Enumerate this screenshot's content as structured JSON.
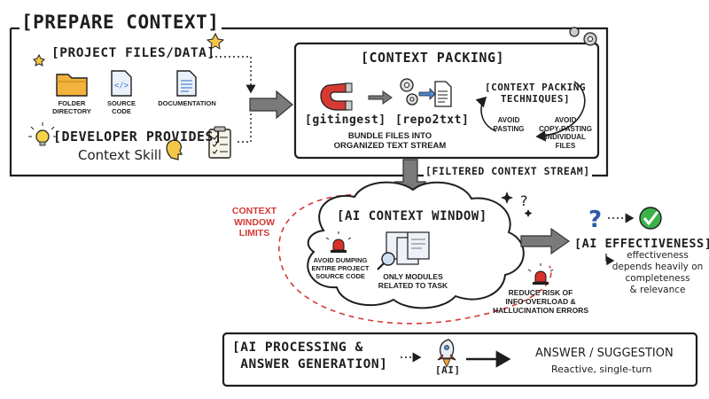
{
  "prepare": {
    "title": "PREPARE CONTEXT",
    "project_title": "PROJECT FILES/DATA",
    "files": [
      {
        "icon": "folder-icon",
        "line1": "FOLDER",
        "line2": "DIRECTORY"
      },
      {
        "icon": "code-file-icon",
        "line1": "SOURCE",
        "line2": "CODE"
      },
      {
        "icon": "document-icon",
        "line1": "DOCUMENTATION",
        "line2": ""
      }
    ],
    "developer_title": "DEVELOPER PROVIDES",
    "developer_sub": "Context Skill"
  },
  "packing": {
    "title": "CONTEXT PACKING",
    "tool1": "gitingest",
    "tool2": "repo2txt",
    "bundle_line1": "BUNDLE FILES INTO",
    "bundle_line2": "ORGANIZED TEXT STREAM",
    "tech_title_line1": "CONTEXT PACKING",
    "tech_title_line2": "TECHNIQUES",
    "avoid1_line1": "AVOID",
    "avoid1_line2": "PASTING",
    "avoid2_line1": "AVOID",
    "avoid2_line2": "COPY-PASTING",
    "avoid2_line3": "INDIVIDUAL",
    "avoid2_line4": "FILES"
  },
  "filtered_label": "FILTERED CONTEXT STREAM",
  "limits": {
    "line1": "CONTEXT",
    "line2": "WINDOW",
    "line3": "LIMITS"
  },
  "window": {
    "title": "AI CONTEXT WINDOW",
    "avoid_line1": "AVOID DUMPING",
    "avoid_line2": "ENTIRE PROJECT",
    "avoid_line3": "SOURCE CODE",
    "only_line1": "ONLY MODULES",
    "only_line2": "RELATED TO TASK"
  },
  "risk": {
    "line1": "REDUCE RISK OF",
    "line2": "INFO OVERLOAD &",
    "line3": "HALLUCINATION ERRORS"
  },
  "effectiveness": {
    "title": "AI EFFECTIVENESS",
    "line1": "effectiveness",
    "line2": "depends heavily on",
    "line3": "completeness",
    "line4": "& relevance"
  },
  "processing": {
    "title_line1": "AI PROCESSING &",
    "title_line2": "ANSWER GENERATION",
    "ai_label": "AI",
    "answer_title": "ANSWER / SUGGESTION",
    "answer_sub": "Reactive, single-turn"
  },
  "colors": {
    "ink": "#1e1e1e",
    "folder": "#f2b33d",
    "code": "#5b8fd6",
    "doc": "#4f86cf",
    "red": "#d9302c",
    "magnet_red": "#d63a33",
    "check": "#3cb14a",
    "question": "#2d5aa6",
    "limits_red": "#d23a36"
  }
}
